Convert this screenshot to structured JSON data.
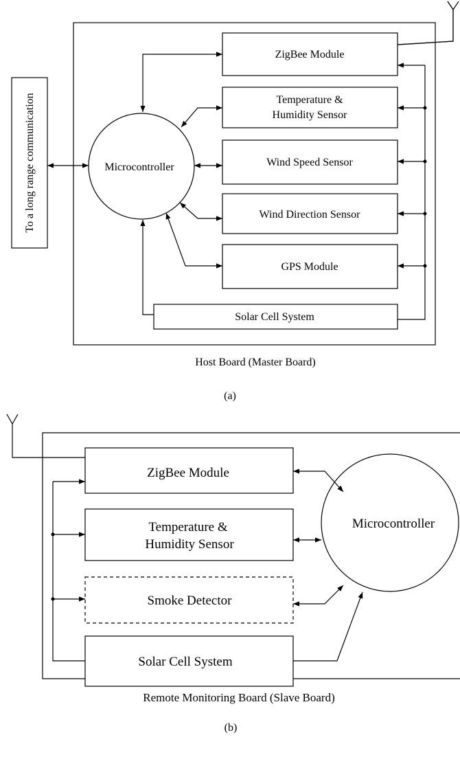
{
  "panel_a": {
    "side_box": "To a long range communication",
    "microcontroller": "Microcontroller",
    "zigbee": "ZigBee Module",
    "temp_line1": "Temperature &",
    "temp_line2": "Humidity Sensor",
    "wind_speed": "Wind Speed Sensor",
    "wind_dir": "Wind Direction Sensor",
    "gps": "GPS Module",
    "solar": "Solar Cell System",
    "board_label": "Host Board (Master Board)",
    "sub_label": "(a)"
  },
  "panel_b": {
    "zigbee": "ZigBee Module",
    "temp_line1": "Temperature &",
    "temp_line2": "Humidity Sensor",
    "smoke": "Smoke Detector",
    "solar": "Solar Cell System",
    "microcontroller": "Microcontroller",
    "board_label": "Remote Monitoring Board (Slave Board)",
    "sub_label": "(b)"
  }
}
